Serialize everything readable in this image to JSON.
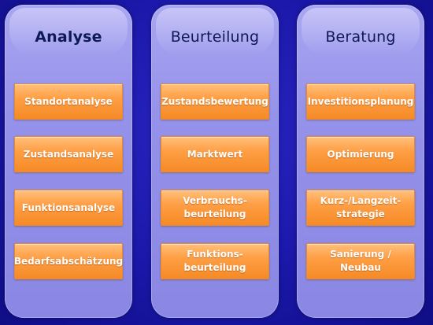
{
  "columns": [
    {
      "title": "Analyse",
      "items": [
        "Standortanalyse",
        "Zustandsanalyse",
        "Funktionsanalyse",
        "Bedarfsabschätzung"
      ]
    },
    {
      "title": "Beurteilung",
      "items": [
        "Zustandsbewertung",
        "Marktwert",
        "Verbrauchs-\nbeurteilung",
        "Funktions-\nbeurteilung"
      ]
    },
    {
      "title": "Beratung",
      "items": [
        "Investitionsplanung",
        "Optimierung",
        "Kurz-/Langzeit-\nstrategie",
        "Sanierung / Neubau"
      ]
    }
  ],
  "colors": {
    "background": "#1a17a8",
    "column": "#9592ea",
    "box": "#ff9f45",
    "title": "#0e1a55"
  }
}
